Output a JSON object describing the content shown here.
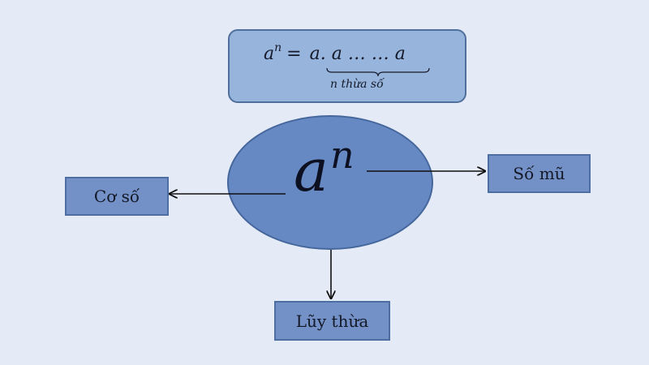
{
  "formula": {
    "base": "a",
    "exponent": "n",
    "equals": "=",
    "product": "a. a … … a",
    "brace_label": "n thừa số"
  },
  "center": {
    "base": "a",
    "exponent": "n"
  },
  "labels": {
    "base_label": "Cơ số",
    "exponent_label": "Số mũ",
    "power_label": "Lũy thừa"
  },
  "colors": {
    "background": "#e5eaf7",
    "box_fill": "#7391c6",
    "ellipse_fill": "#6689c4",
    "formula_fill": "#97b4dc",
    "arrow": "#111111"
  }
}
